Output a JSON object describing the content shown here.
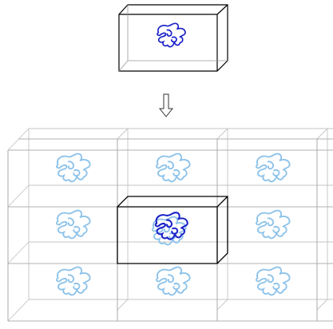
{
  "title": "",
  "colors": {
    "background": "#ffffff",
    "outline": "#000000",
    "grid": "#b4b4b4",
    "molecule_primary": "#1a22c8",
    "molecule_image": "#8ec3ea"
  },
  "icons": {
    "arrow": "down-arrow-icon",
    "molecule": "polymer-coil-icon"
  },
  "single_box": {
    "molecule_style": "primary"
  },
  "periodic_grid": {
    "columns": 3,
    "rows": 3,
    "center_cell": "primary",
    "other_cells": "image"
  }
}
